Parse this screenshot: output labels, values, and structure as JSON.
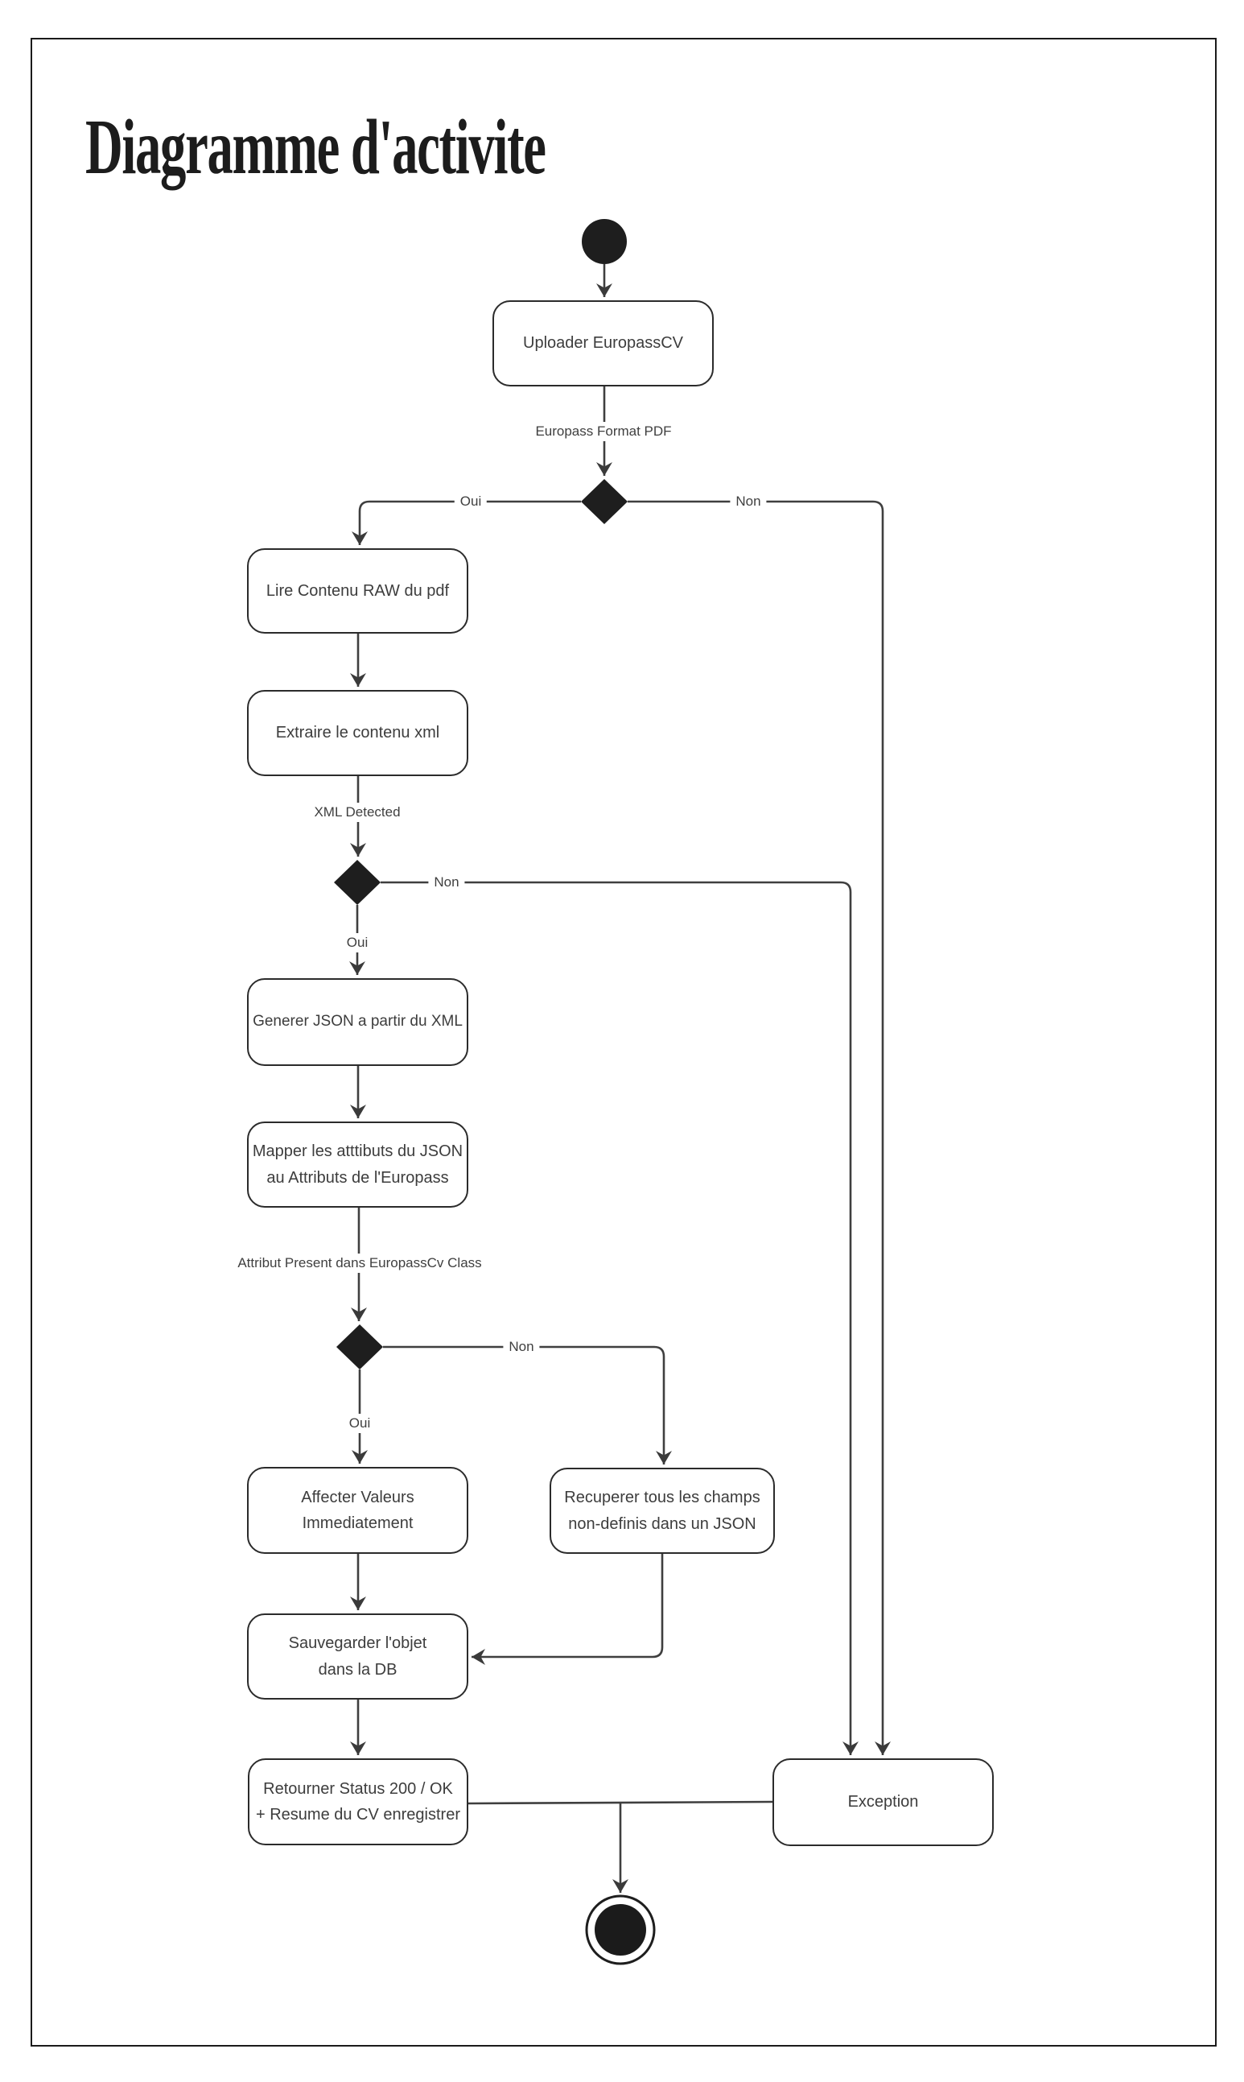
{
  "title": "Diagramme d'activite",
  "colors": {
    "line": "#3f3f3f",
    "node_border": "#2b2b2b",
    "node_fill": "#ffffff",
    "text": "#3d3d3d",
    "shape_fill": "#1e1e1e",
    "frame_border": "#1a1a1a",
    "background": "#ffffff"
  },
  "nodes": {
    "uploader": {
      "lines": [
        "Uploader EuropassCV"
      ]
    },
    "lire": {
      "lines": [
        "Lire Contenu RAW du pdf"
      ]
    },
    "extraire": {
      "lines": [
        "Extraire le contenu xml"
      ]
    },
    "generer": {
      "lines": [
        "Generer JSON a partir du XML"
      ]
    },
    "mapper": {
      "lines": [
        "Mapper les atttibuts du JSON",
        "au Attributs de l'Europass"
      ]
    },
    "affecter": {
      "lines": [
        "Affecter Valeurs",
        "Immediatement"
      ]
    },
    "recuperer": {
      "lines": [
        "Recuperer tous les champs",
        "non-definis dans un JSON"
      ]
    },
    "sauvegarder": {
      "lines": [
        "Sauvegarder l'objet",
        "dans la DB"
      ]
    },
    "retourner": {
      "lines": [
        "Retourner Status 200 / OK",
        "+ Resume du CV enregistrer"
      ]
    },
    "exception": {
      "lines": [
        "Exception"
      ]
    }
  },
  "edge_labels": {
    "europass_format_pdf": "Europass Format PDF",
    "xml_detected": "XML Detected",
    "attribut_present": "Attribut Present dans EuropassCv Class",
    "d1_oui": "Oui",
    "d1_non": "Non",
    "d2_oui": "Oui",
    "d2_non": "Non",
    "d3_oui": "Oui",
    "d3_non": "Non"
  }
}
